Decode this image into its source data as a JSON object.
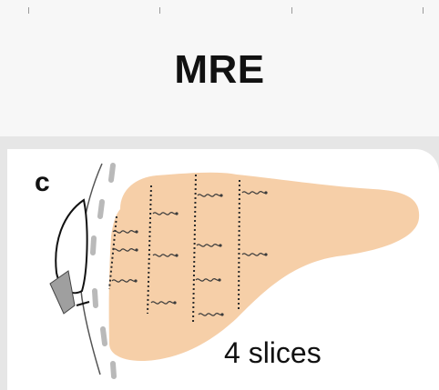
{
  "title": "MRE",
  "panel_label": "c",
  "caption": "4 slices",
  "colors": {
    "liver_fill": "#f6cfa8",
    "slice_line": "#2a2a2a",
    "wave": "#3b3b3b",
    "body_dash": "#b9b9b9",
    "driver_gray": "#9f9f9f"
  },
  "slices": [
    "slice-1",
    "slice-2",
    "slice-3",
    "slice-4"
  ],
  "icons": [
    "passive-driver-icon",
    "shear-wave-icon"
  ]
}
